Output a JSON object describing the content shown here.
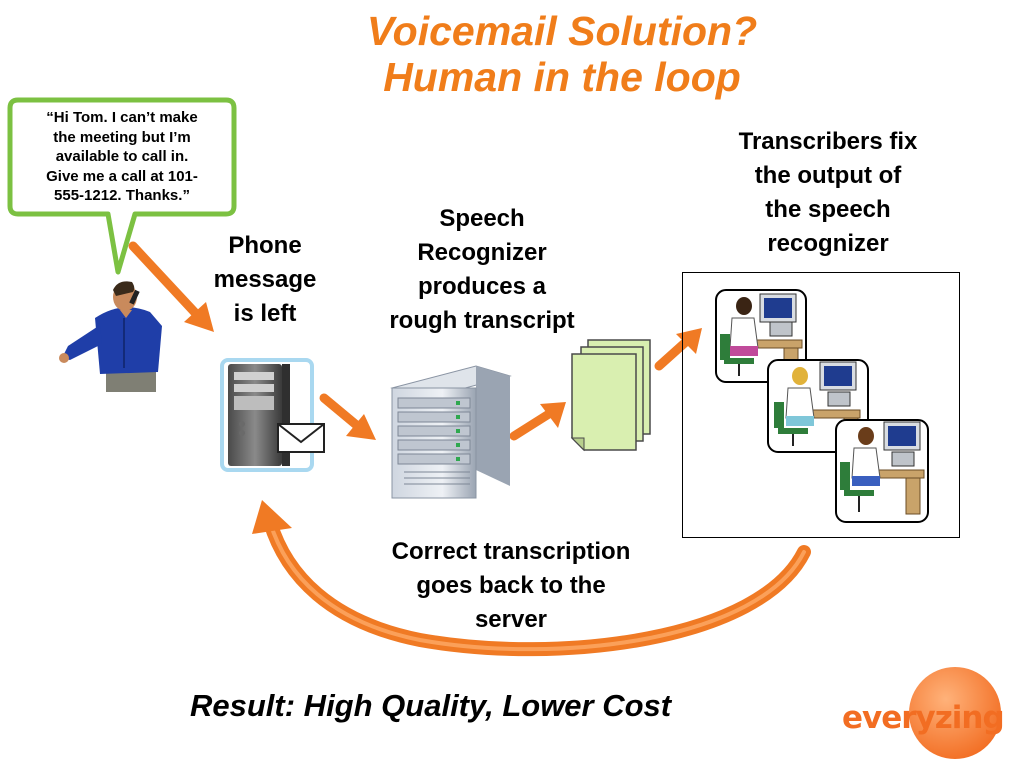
{
  "title": {
    "line1": "Voicemail Solution?",
    "line2": "Human in the loop"
  },
  "bubble": {
    "lines": [
      "“Hi Tom.  I can’t make",
      "the meeting but I’m",
      "available to call in.",
      "Give me a call at 101-",
      "555-1212.  Thanks.”"
    ]
  },
  "labels": {
    "phone": [
      "Phone",
      "message",
      "is left"
    ],
    "recognizer": [
      "Speech",
      "Recognizer",
      "produces a",
      "rough transcript"
    ],
    "transcribers": [
      "Transcribers fix",
      "the output of",
      "the speech",
      "recognizer"
    ],
    "correct": [
      "Correct transcription",
      "goes back to the",
      "server"
    ]
  },
  "result": "Result:  High Quality, Lower Cost",
  "logo": {
    "text": "everyzing"
  },
  "colors": {
    "accent": "#f07d1a",
    "arrow": "#f07a24",
    "bubble_border": "#7cc142",
    "transcript_paper": "#d9efb0"
  },
  "icons": {
    "caller": "man-on-phone-icon",
    "server": "server-with-envelope-icon",
    "recognizer": "rack-server-icon",
    "transcript": "document-stack-icon",
    "workers": "transcriber-workstation-icon"
  }
}
